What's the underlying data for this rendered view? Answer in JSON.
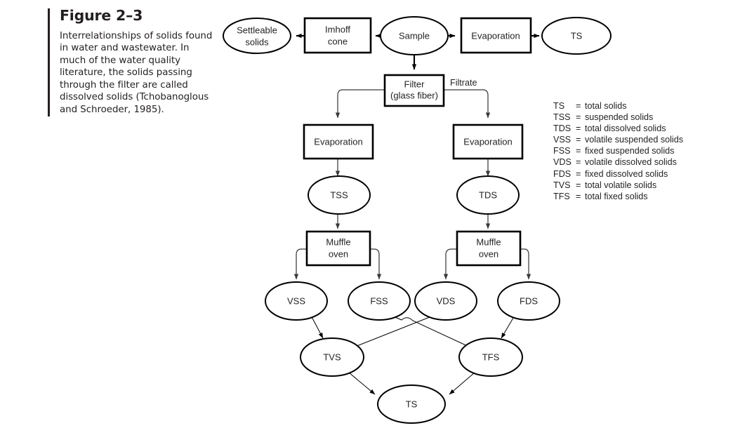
{
  "caption": {
    "title": "Figure 2–3",
    "body": "Interrelationships of solids found in water and wastewater. In much of the water quality literature, the solids passing through the filter are called dissolved solids (Tchobanoglous and Schroeder, 1985)."
  },
  "legend": {
    "rows": [
      {
        "abbr": "TS",
        "eq": "=",
        "desc": "total solids"
      },
      {
        "abbr": "TSS",
        "eq": "=",
        "desc": "suspended solids"
      },
      {
        "abbr": "TDS",
        "eq": "=",
        "desc": "total dissolved solids"
      },
      {
        "abbr": "VSS",
        "eq": "=",
        "desc": "volatile suspended solids"
      },
      {
        "abbr": "FSS",
        "eq": "=",
        "desc": "fixed suspended solids"
      },
      {
        "abbr": "VDS",
        "eq": "=",
        "desc": "volatile dissolved solids"
      },
      {
        "abbr": "FDS",
        "eq": "=",
        "desc": "fixed dissolved solids"
      },
      {
        "abbr": "TVS",
        "eq": "=",
        "desc": "total volatile solids"
      },
      {
        "abbr": "TFS",
        "eq": "=",
        "desc": "total fixed solids"
      }
    ]
  },
  "diagram": {
    "nodes": {
      "settleable_solids": {
        "label_line1": "Settleable",
        "label_line2": "solids"
      },
      "imhoff_cone": {
        "label_line1": "Imhoff",
        "label_line2": "cone"
      },
      "sample": {
        "label_line1": "Sample"
      },
      "evaporation_top": {
        "label_line1": "Evaporation"
      },
      "ts_top": {
        "label_line1": "TS"
      },
      "filter": {
        "label_line1": "Filter",
        "label_line2": "(glass fiber)"
      },
      "evaporation_left": {
        "label_line1": "Evaporation"
      },
      "evaporation_right": {
        "label_line1": "Evaporation"
      },
      "tss": {
        "label_line1": "TSS"
      },
      "tds": {
        "label_line1": "TDS"
      },
      "muffle_oven_left": {
        "label_line1": "Muffle",
        "label_line2": "oven"
      },
      "muffle_oven_right": {
        "label_line1": "Muffle",
        "label_line2": "oven"
      },
      "vss": {
        "label_line1": "VSS"
      },
      "fss": {
        "label_line1": "FSS"
      },
      "vds": {
        "label_line1": "VDS"
      },
      "fds": {
        "label_line1": "FDS"
      },
      "tvs": {
        "label_line1": "TVS"
      },
      "tfs": {
        "label_line1": "TFS"
      },
      "ts_bottom": {
        "label_line1": "TS"
      }
    },
    "edge_labels": {
      "filtrate": "Filtrate"
    },
    "colors": {
      "stroke": "#000000",
      "text": "#231f20",
      "background": "#ffffff"
    }
  }
}
